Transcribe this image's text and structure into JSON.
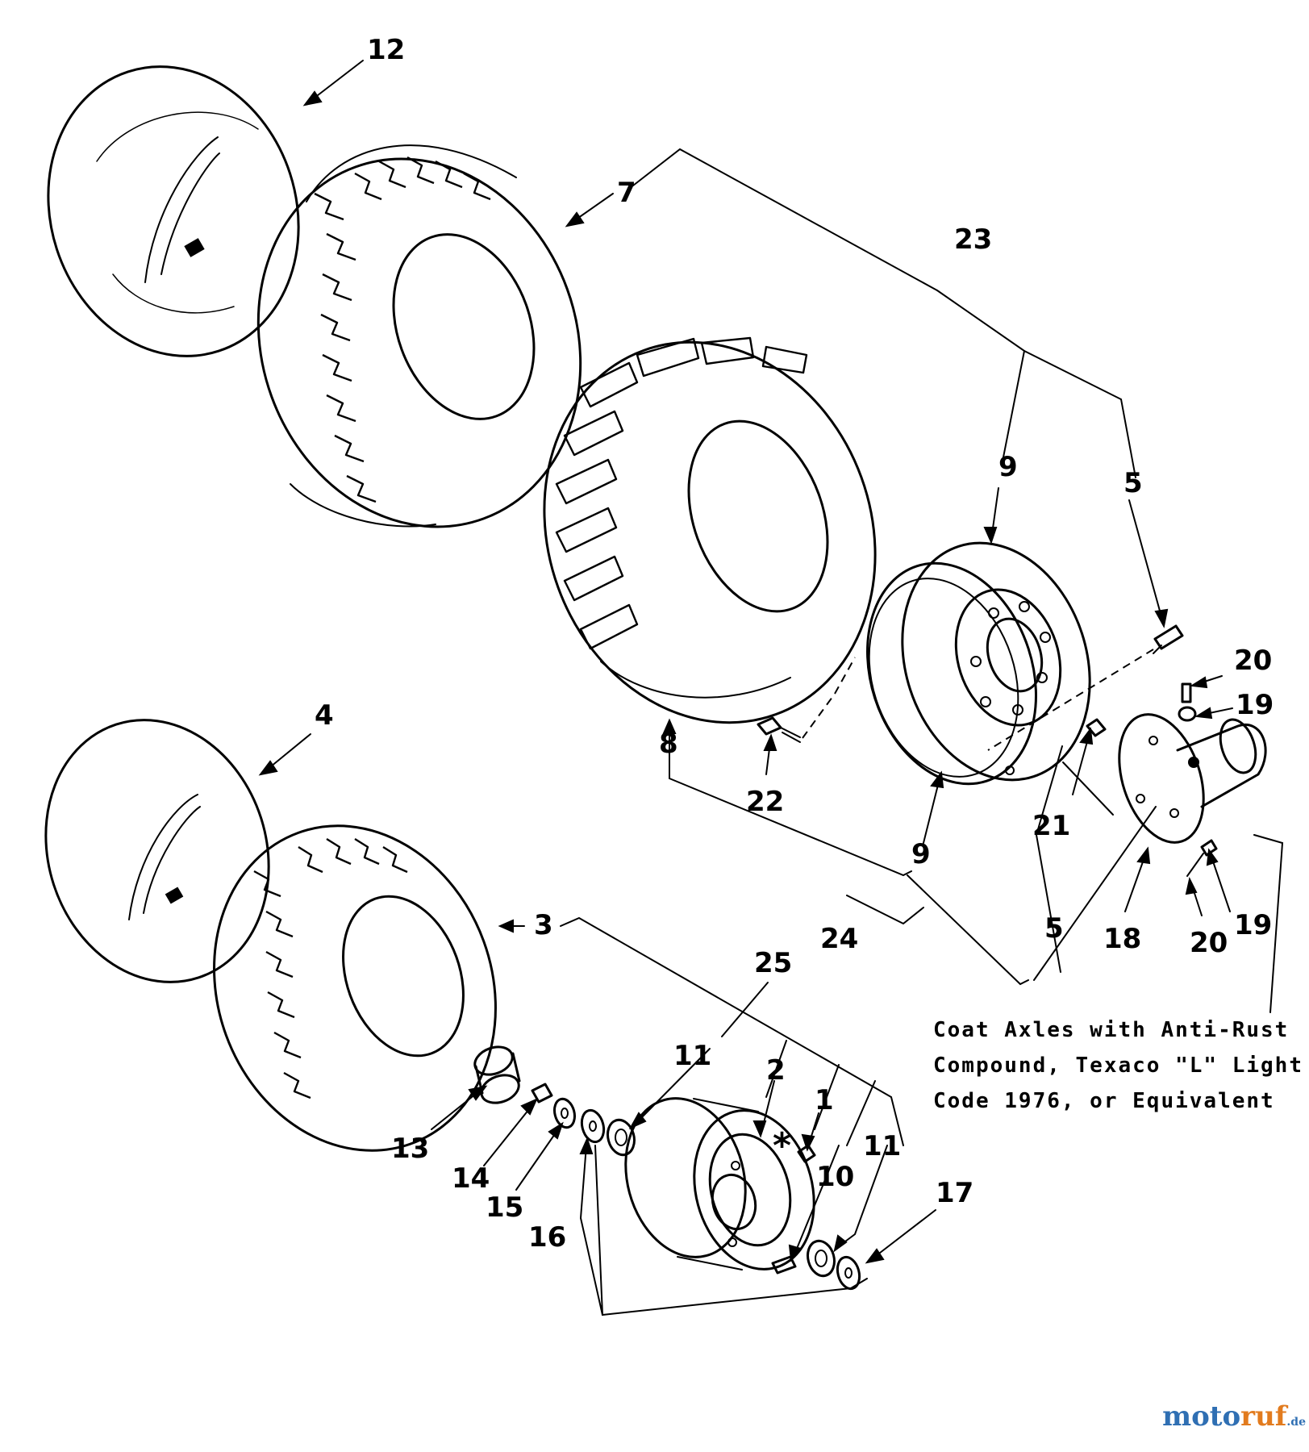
{
  "callouts": {
    "c12": "12",
    "c7": "7",
    "c23": "23",
    "c9a": "9",
    "c5a": "5",
    "c20a": "20",
    "c19a": "19",
    "c4": "4",
    "c8": "8",
    "c22": "22",
    "c21": "21",
    "c9b": "9",
    "c24": "24",
    "c5b": "5",
    "c18": "18",
    "c20b": "20",
    "c19b": "19",
    "c3": "3",
    "c25": "25",
    "c11a": "11",
    "c2": "2",
    "c1": "1",
    "c10": "10",
    "c11b": "11",
    "c17": "17",
    "c13": "13",
    "c14": "14",
    "c15": "15",
    "c16": "16",
    "star": "*"
  },
  "note": {
    "line1": "Coat Axles with Anti-Rust",
    "line2": "Compound, Texaco \"L\" Light",
    "line3": "Code 1976, or Equivalent"
  },
  "watermark": {
    "part1": "moto",
    "part2": "ruf",
    "part3": ".de"
  },
  "colors": {
    "ink": "#000000",
    "paper": "#ffffff",
    "watermark_blue": "#2f6fb3",
    "watermark_orange": "#e27b1e"
  }
}
